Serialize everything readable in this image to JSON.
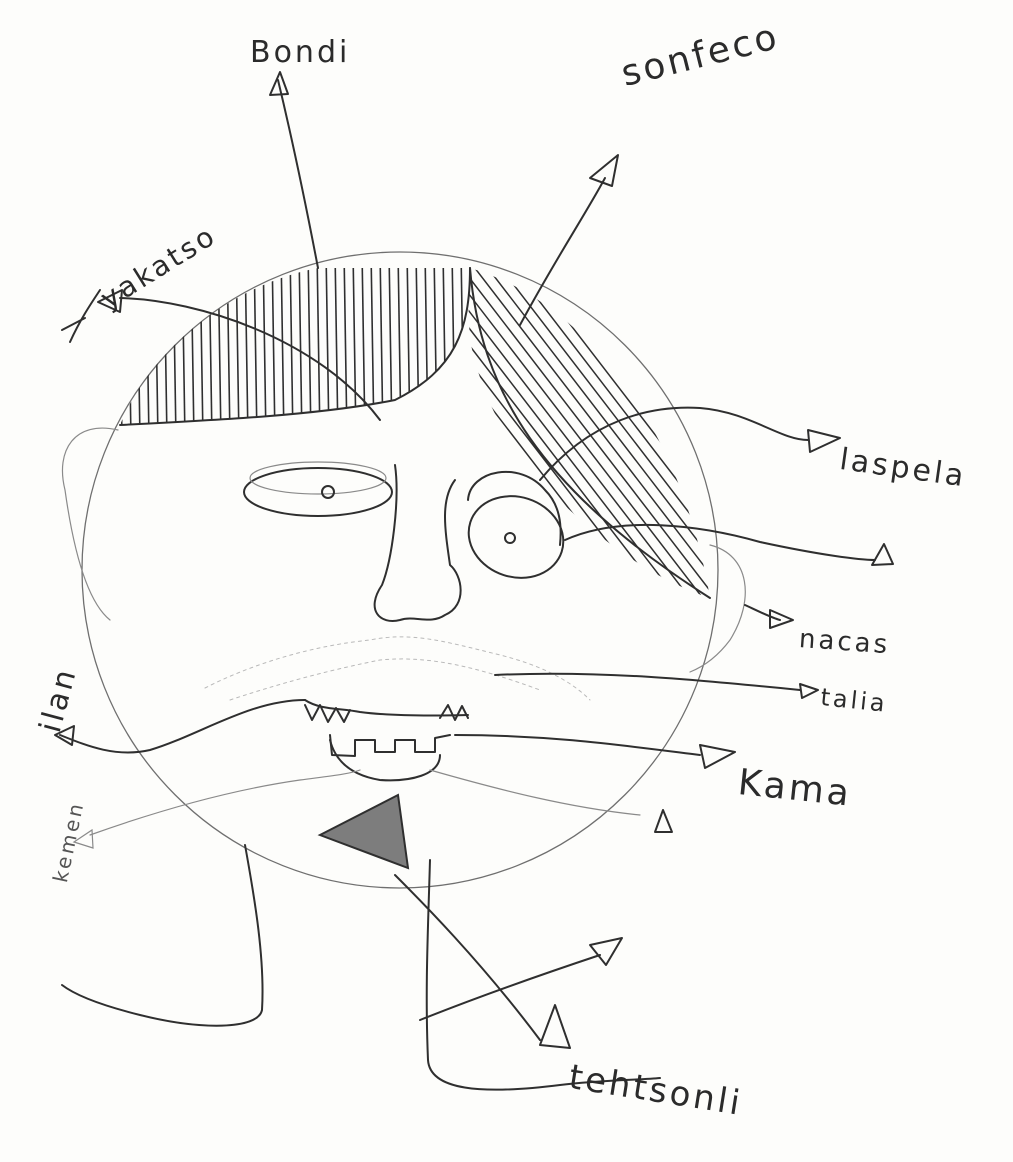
{
  "labels": {
    "bondi": "Bondi",
    "sonfeco": "sonfeco",
    "yakatso": "yakatso",
    "laspela": "laspela",
    "nacas": "nacas",
    "talia": "talia",
    "ilan": "ilan",
    "kama": "Kama",
    "kemen": "kemen",
    "tehtsonli": "tehtsonli"
  },
  "colors": {
    "ink": "#2f2f2f",
    "faint": "#8a8a8a",
    "paper": "#fdfdfb",
    "goatee": "#7d7d7d"
  }
}
